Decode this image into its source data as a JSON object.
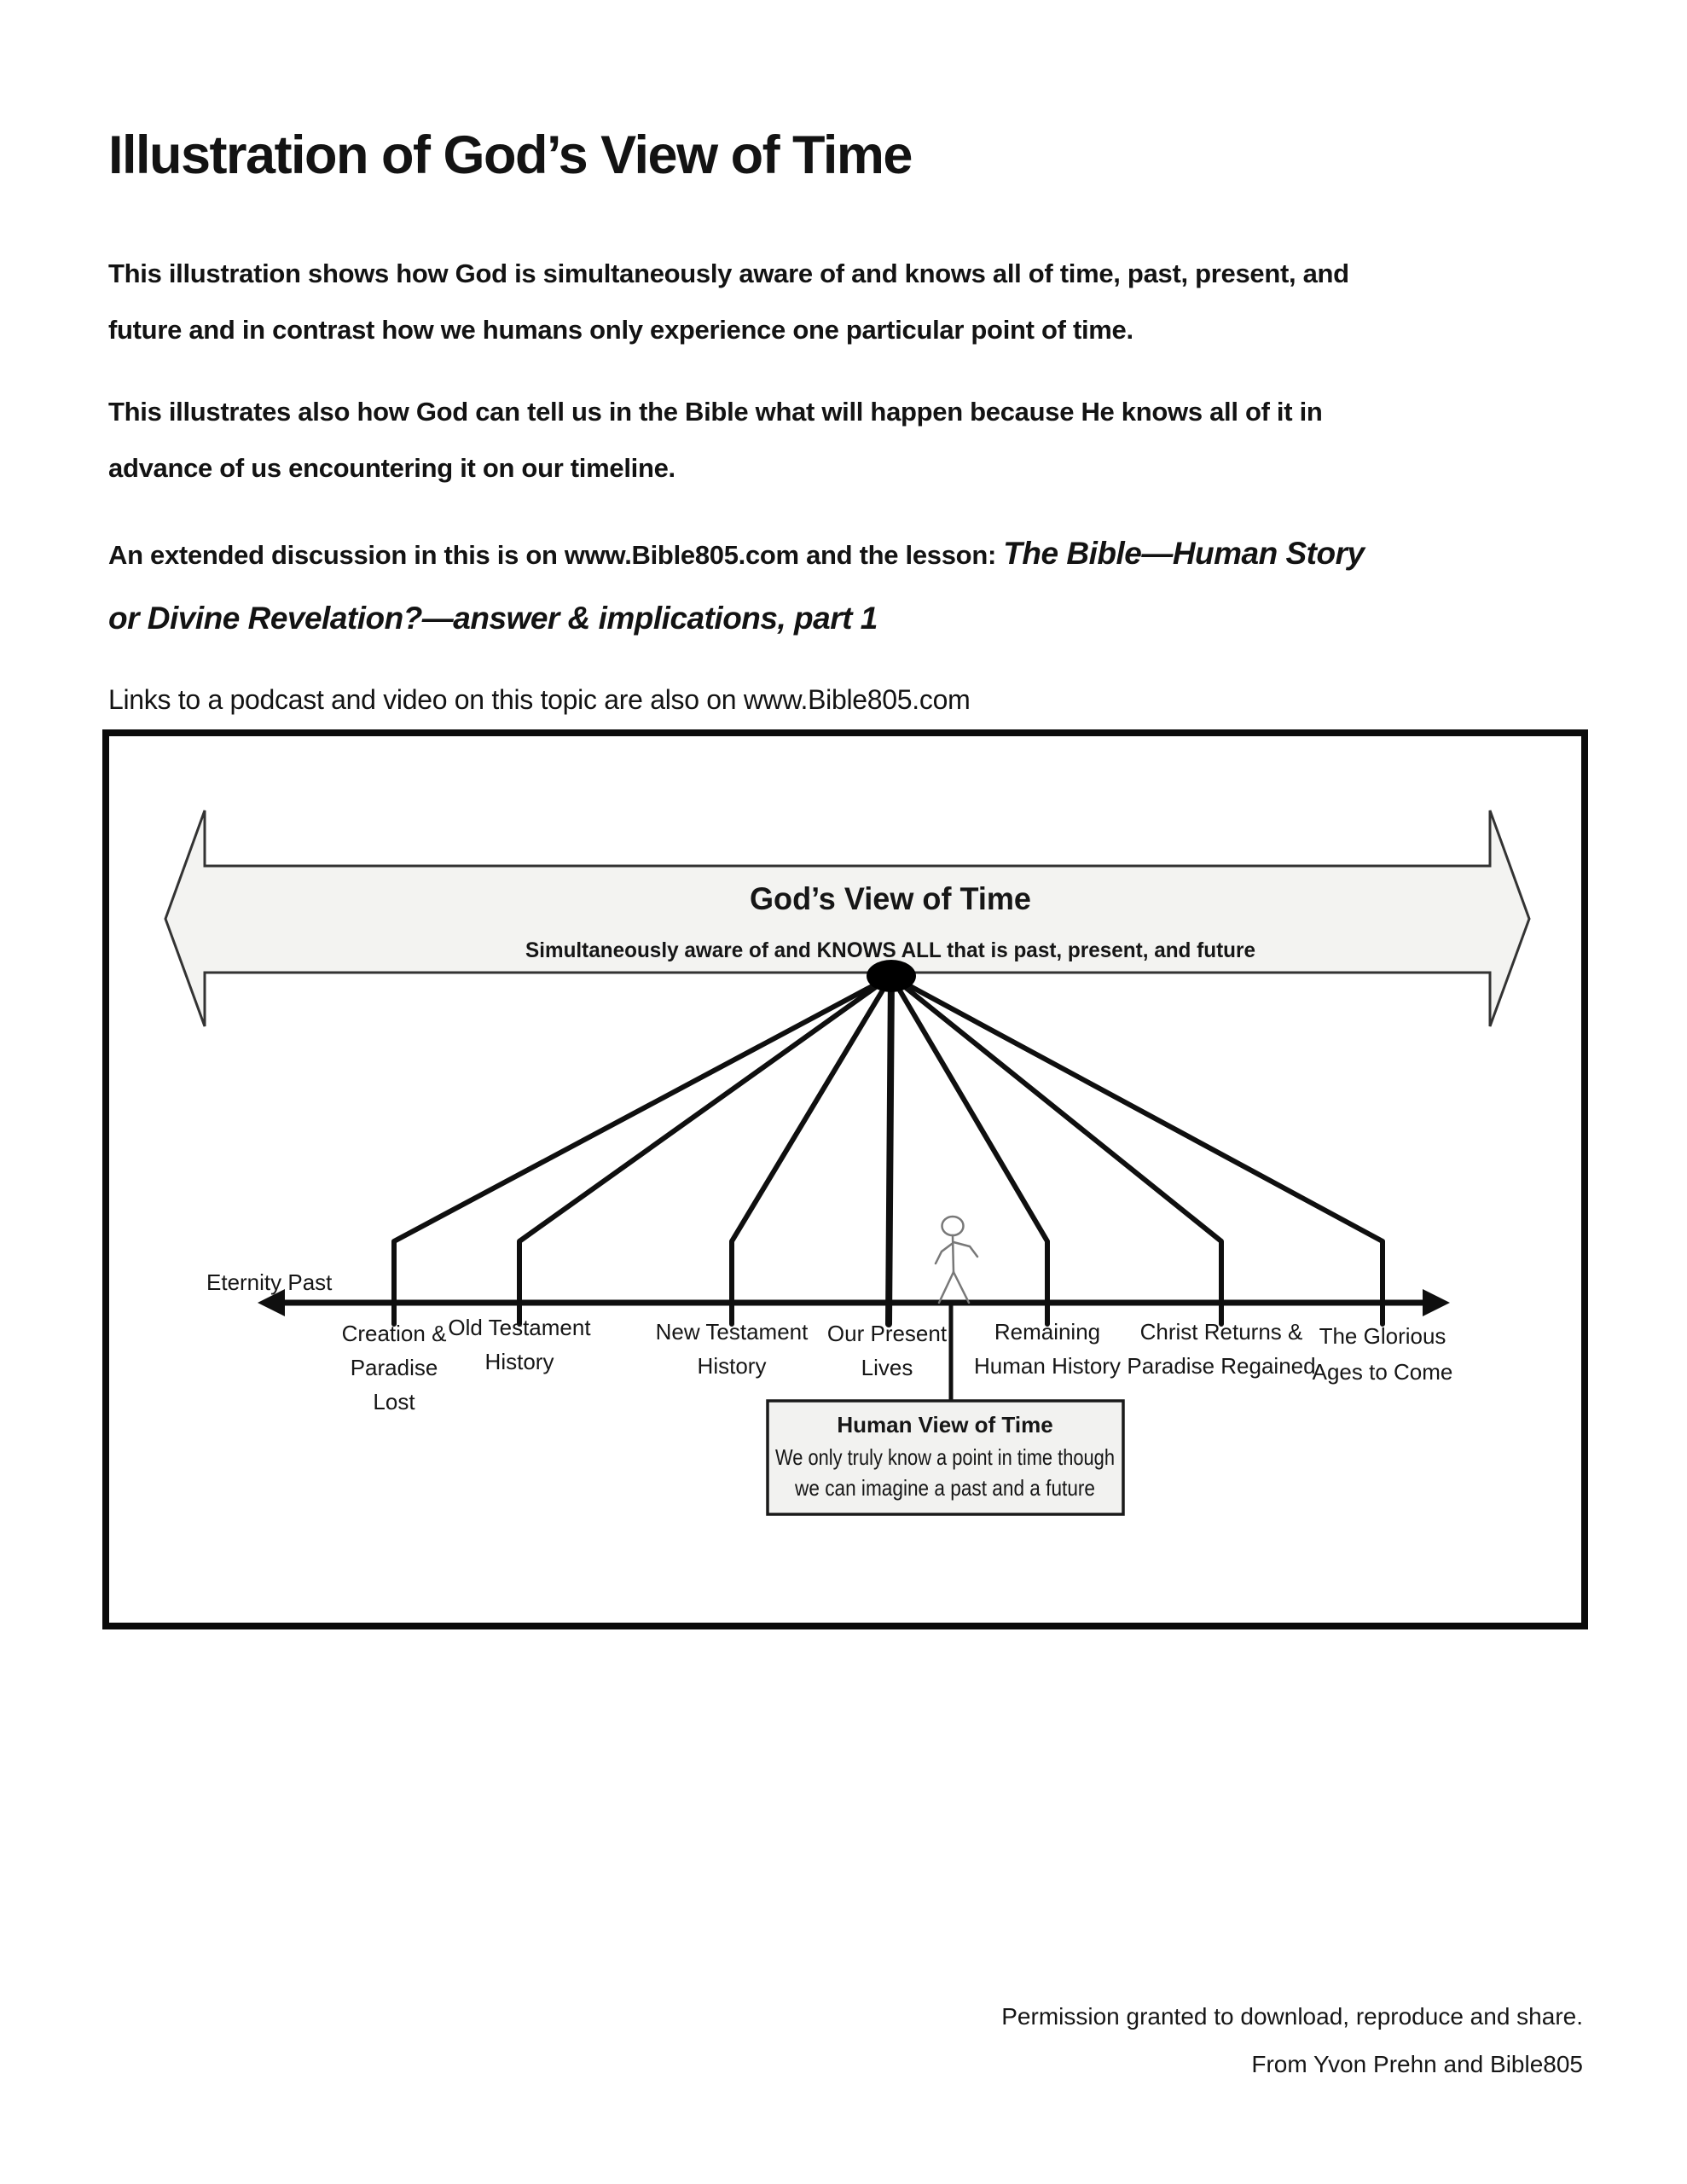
{
  "page": {
    "title": "Illustration of God’s View of Time",
    "paragraph1": {
      "line1": "This illustration shows how God is simultaneously aware of and knows all of time, past, present, and",
      "line2": "future and in contrast how we humans only experience one particular point of time."
    },
    "paragraph2": {
      "line1": "This illustrates also how God can tell us in the Bible what will happen because He knows all of it in",
      "line2": "advance of us encountering it on our timeline."
    },
    "paragraph3": {
      "prefix": "An extended discussion in this is on www.Bible805.com and the lesson: ",
      "italic_line1": "The Bible—Human Story",
      "italic_line2": "or Divine Revelation?—answer & implications, part 1"
    },
    "paragraph4": "Links to a podcast and video on this topic are also on www.Bible805.com",
    "footer": {
      "line1": "Permission granted to download, reproduce and share.",
      "line2": "From Yvon Prehn and Bible805"
    }
  },
  "diagram": {
    "banner": {
      "title": "God’s View of Time",
      "subtitle": "Simultaneously aware of and KNOWS ALL that is past, present, and future"
    },
    "eternity_past_label": "Eternity Past",
    "timeline_labels": [
      {
        "lines": [
          "Creation &",
          "Paradise",
          "Lost"
        ]
      },
      {
        "lines": [
          "Old Testament",
          "History"
        ]
      },
      {
        "lines": [
          "New Testament",
          "History"
        ]
      },
      {
        "lines": [
          "Our Present",
          "Lives"
        ]
      },
      {
        "lines": [
          "Remaining",
          "Human History"
        ]
      },
      {
        "lines": [
          "Christ Returns &",
          "Paradise Regained"
        ]
      },
      {
        "lines": [
          "The Glorious",
          "Ages to Come"
        ]
      }
    ],
    "human_box": {
      "title": "Human View of Time",
      "line1": "We only truly know a point in time though",
      "line2": "we can imagine a past and a future"
    },
    "colors": {
      "banner_fill": "#f3f3f1",
      "box_fill": "#f2f2f0",
      "ink": "#111111",
      "figure_stroke": "#787878"
    }
  }
}
